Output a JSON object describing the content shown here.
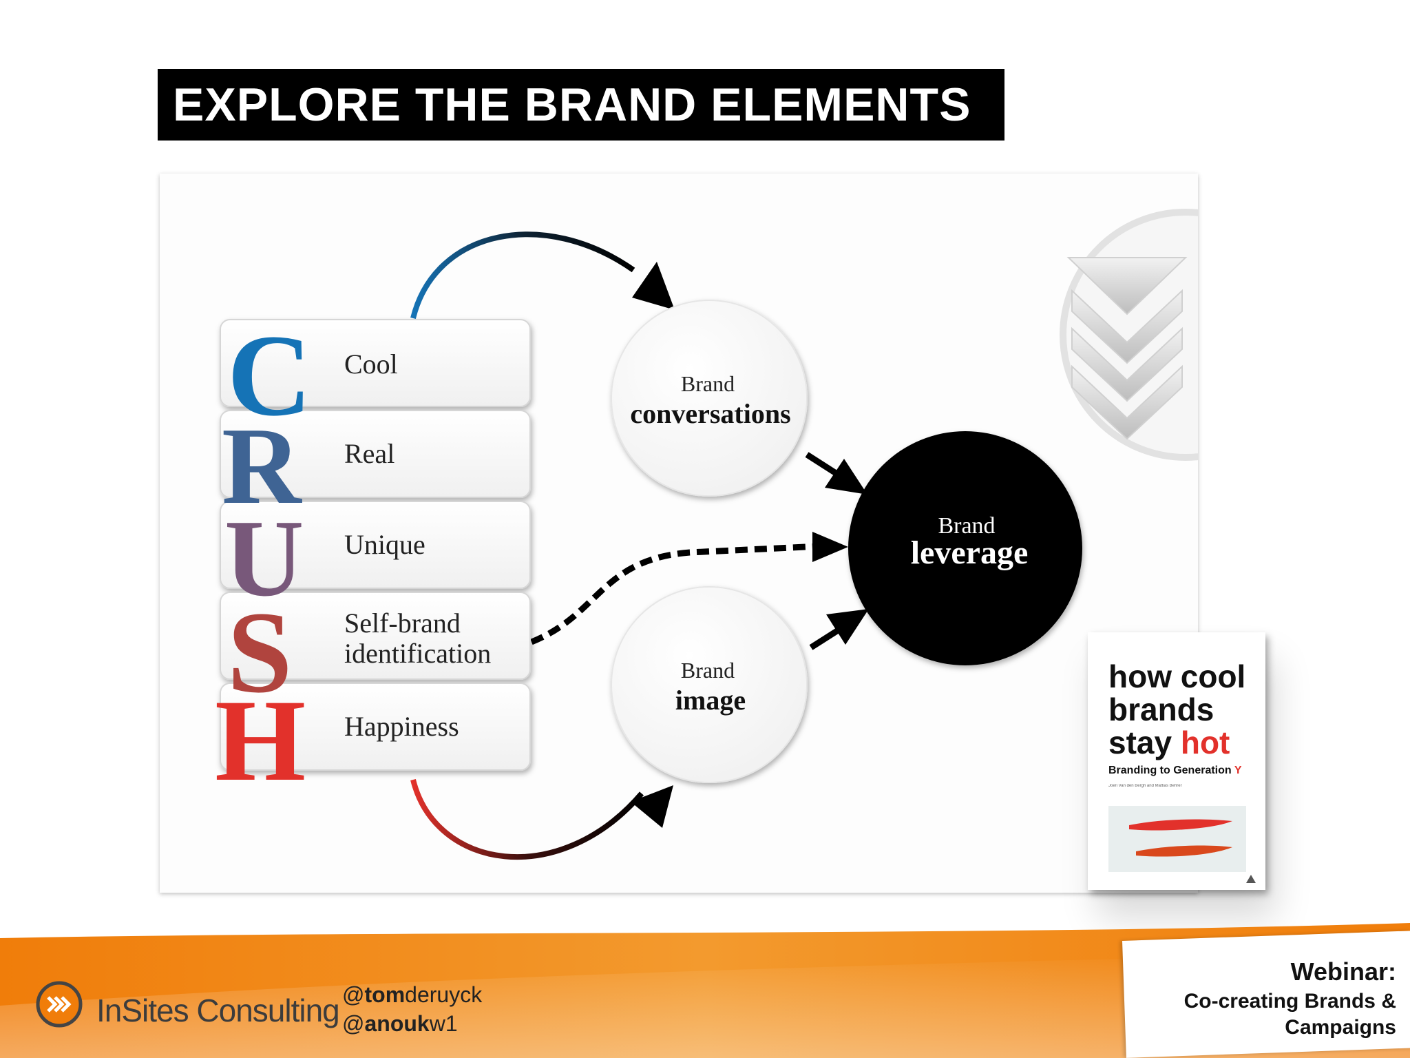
{
  "slide": {
    "title": "EXPLORE THE BRAND ELEMENTS"
  },
  "diagram": {
    "crush_letters": [
      "C",
      "R",
      "U",
      "S",
      "H"
    ],
    "crush_items": [
      {
        "label": "Cool",
        "color": "#1573b6"
      },
      {
        "label": "Real",
        "color": "#3f6494"
      },
      {
        "label": "Unique",
        "color": "#78587a"
      },
      {
        "label": "Self-brand identification",
        "label_line1": "Self-brand",
        "label_line2": "identification",
        "color": "#b0443e"
      },
      {
        "label": "Happiness",
        "color": "#e2312b"
      }
    ],
    "conversations": {
      "line1": "Brand",
      "line2": "conversations"
    },
    "image": {
      "line1": "Brand",
      "line2": "image"
    },
    "leverage": {
      "line1": "Brand",
      "line2": "leverage"
    },
    "icon": "triple-chevron-down-icon"
  },
  "book": {
    "title_line1": "how cool",
    "title_line2": "brands",
    "title_line3a": "stay ",
    "title_line3b": "hot",
    "subtitle": "Branding to Generation ",
    "subtitle_y": "Y",
    "authors": "Joeri Van den Bergh and Mattias Behrer"
  },
  "footer": {
    "company": "InSites Consulting",
    "handle1_bold": "tom",
    "handle1_rest": "deruyck",
    "handle2_bold": "anouk",
    "handle2_rest": "w1",
    "at": "@",
    "webinar_title": "Webinar:",
    "webinar_subtitle": "Co-creating Brands & Campaigns",
    "accent_color": "#f07d0a"
  }
}
